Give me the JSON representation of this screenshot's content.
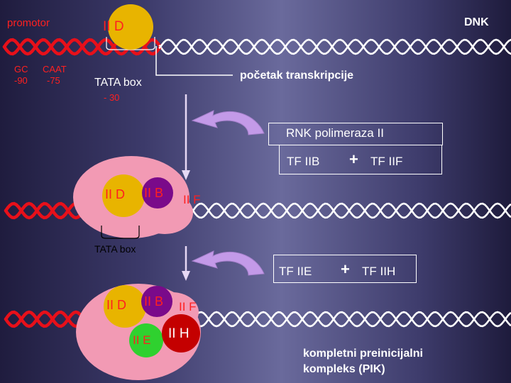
{
  "labels": {
    "promotor": "promotor",
    "gc": "GC",
    "gc_pos": "-90",
    "caat": "CAAT",
    "caat_pos": "-75",
    "tata_box_top": "TATA box",
    "tata_pos": "- 30",
    "dnk": "DNK",
    "pocetak": "početak transkripcije",
    "rnk_pol": "RNK polimeraza II",
    "tf_iib": "TF IIB",
    "plus1": "+",
    "tf_iif": "TF IIF",
    "tata_box_mid": "TATA box",
    "tf_iie": "TF IIE",
    "plus2": "+",
    "tf_iih": "TF IIH",
    "pik_line1": "kompletni preinicijalni",
    "pik_line2": "kompleks (PIK)"
  },
  "factors": {
    "iid_top": "II D",
    "iid_mid": "II D",
    "iib_mid": "II B",
    "iif_mid": "II F",
    "iid_bot": "II D",
    "iib_bot": "II B",
    "iif_bot": "II F",
    "iie_bot": "II E",
    "iih_bot": "II H"
  },
  "colors": {
    "dna_red": "#e8101a",
    "dna_white": "#ffffff",
    "pink_blob": "#f29ab4",
    "tfiid": "#e8b400",
    "tfiib": "#7a0a8a",
    "tfiie": "#2fd12f",
    "tfiih": "#c40000",
    "arrow": "#c39ae8",
    "arrow_line": "#e6d8f4",
    "red_text": "#ff2020"
  }
}
